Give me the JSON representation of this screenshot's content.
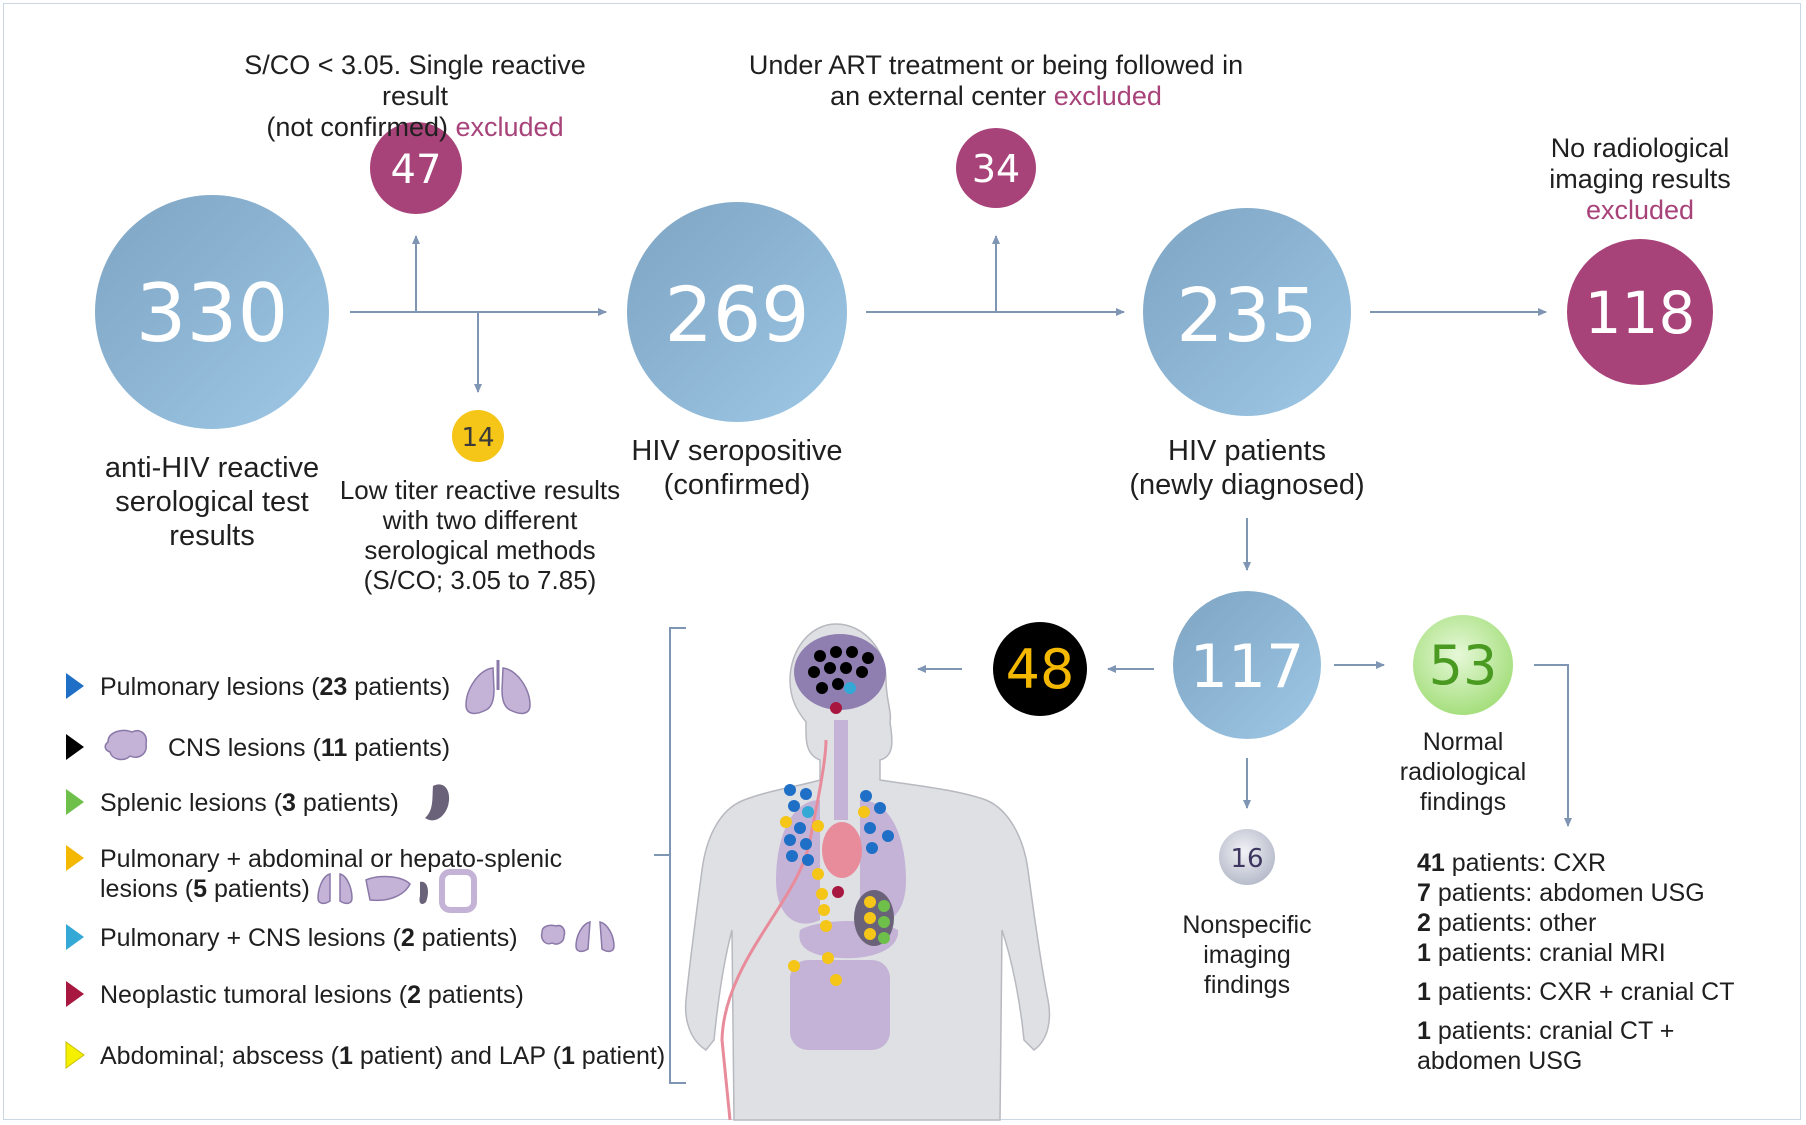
{
  "colors": {
    "blue_circle": "#8db4d3",
    "excluded": "#a8437a",
    "low_titer": "#f5c518",
    "black_circle": "#000000",
    "normal_green": "#b9e89a",
    "arrow": "#7e95b4"
  },
  "flow": {
    "n330": "330",
    "n330_label": [
      "anti-HIV reactive",
      "serological test",
      "results"
    ],
    "n47": "47",
    "n47_label_lines": [
      "S/CO < 3.05. Single reactive result",
      "(not confirmed)"
    ],
    "n47_excluded": "excluded",
    "n14": "14",
    "n14_label": [
      "Low titer reactive results",
      "with two different",
      "serological methods",
      "(S/CO; 3.05 to 7.85)"
    ],
    "n269": "269",
    "n269_label": [
      "HIV seropositive",
      "(confirmed)"
    ],
    "n34": "34",
    "n34_label_lines": [
      "Under ART treatment or being followed in",
      "an external center"
    ],
    "n34_excluded": "excluded",
    "n235": "235",
    "n235_label": [
      "HIV patients",
      "(newly diagnosed)"
    ],
    "n118": "118",
    "n118_label": [
      "No radiological",
      "imaging results"
    ],
    "n118_excluded": "excluded",
    "n117": "117",
    "n48": "48",
    "n53": "53",
    "n53_label": [
      "Normal",
      "radiological",
      "findings"
    ],
    "n16": "16",
    "n16_label": [
      "Nonspecific",
      "imaging",
      "findings"
    ]
  },
  "legend": [
    {
      "pre": "Pulmonary lesions (",
      "bold": "23",
      "post": " patients)",
      "color": "#1f6fc6",
      "icon": "lungs-icon"
    },
    {
      "pre": "CNS lesions (",
      "bold": "11",
      "post": " patients)",
      "color": "#000000",
      "icon": "brain-icon"
    },
    {
      "pre": "Splenic lesions (",
      "bold": "3",
      "post": " patients)",
      "color": "#6ec04a",
      "icon": "spleen-icon"
    },
    {
      "pre": "Pulmonary + abdominal or hepato-splenic",
      "pre2": "lesions (",
      "bold": "5",
      "post": " patients)",
      "color": "#f5b800",
      "icon": "organs-icon"
    },
    {
      "pre": "Pulmonary + CNS lesions (",
      "bold": "2",
      "post": " patients)",
      "color": "#35a9d6",
      "icon": "brain-lungs-icon"
    },
    {
      "pre": "Neoplastic tumoral lesions (",
      "bold": "2",
      "post": " patients)",
      "color": "#a8173f",
      "icon": ""
    },
    {
      "pre": "Abdominal; abscess (",
      "bold": "1",
      "post": " patient) and LAP (",
      "bold2": "1",
      "post2": " patient)",
      "color": "#f5f000",
      "icon": ""
    }
  ],
  "normal_list": [
    {
      "bold": "41",
      "text": " patients: CXR"
    },
    {
      "bold": "7",
      "text": " patients: abdomen USG"
    },
    {
      "bold": "2",
      "text": " patients: other"
    },
    {
      "bold": "1",
      "text": " patients: cranial MRI"
    },
    {
      "bold": "1",
      "text": " patients: CXR + cranial CT"
    },
    {
      "bold": "1",
      "text": " patients: cranial CT +"
    },
    {
      "bold": "",
      "text": "abdomen USG"
    }
  ]
}
